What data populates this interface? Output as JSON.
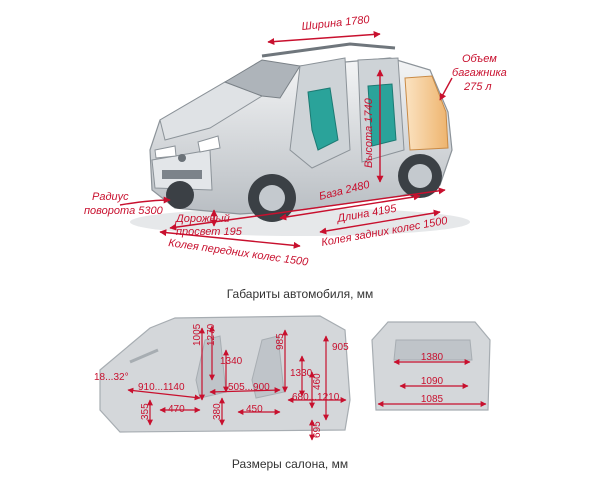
{
  "colors": {
    "accent": "#c8102e",
    "caption": "#333333",
    "body_light": "#e9ebec",
    "body_mid": "#c7cbcf",
    "body_dark": "#8c9399",
    "seat": "#2aa39a",
    "cargo": "#f1c48c",
    "section_fill": "#d4d7da"
  },
  "exterior": {
    "width": "Ширина 1780",
    "trunk_volume": [
      "Объем",
      "багажника",
      "275 л"
    ],
    "height": "Высота 1740",
    "base": "База 2480",
    "length": "Длина 4195",
    "turn_radius": [
      "Радиус",
      "поворота 5300"
    ],
    "clearance": [
      "Дорожный",
      "просвет 195"
    ],
    "front_track": "Колея передних колес 1500",
    "rear_track": "Колея задних колес 1500",
    "caption": "Габариты автомобиля, мм"
  },
  "interior": {
    "caption": "Размеры салона, мм",
    "side": {
      "a_1005": "1005",
      "a_1270": "1270",
      "a_985": "985",
      "a_905": "905",
      "a_1340": "1340",
      "a_1330": "1330",
      "a_460": "460",
      "a_angle": "18...32°",
      "a_910_1140": "910...1140",
      "a_505_900": "505...900",
      "a_355": "355",
      "a_470": "470",
      "a_380": "380",
      "a_450": "450",
      "a_680_1210": "680...1210",
      "a_695": "695"
    },
    "rear": {
      "w_1380": "1380",
      "w_1090": "1090",
      "w_1085": "1085"
    }
  }
}
